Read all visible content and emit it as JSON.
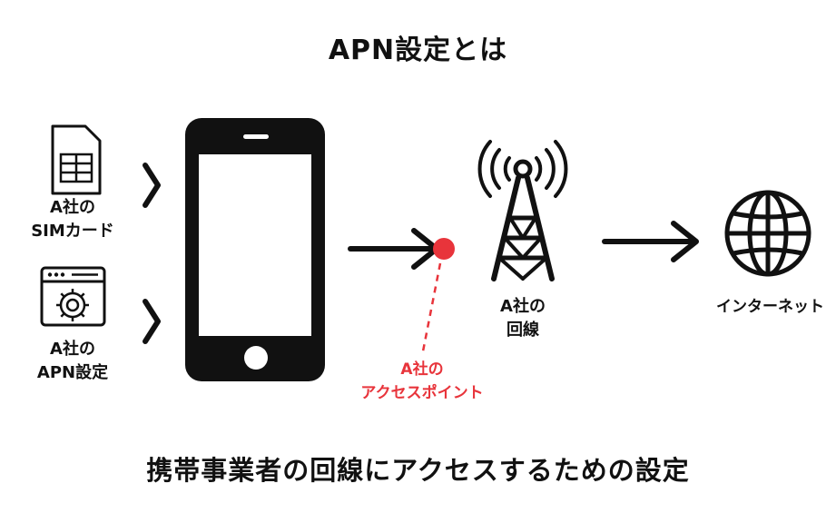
{
  "title": "APN設定とは",
  "sim_card": {
    "label_line1": "A社の",
    "label_line2": "SIMカード"
  },
  "apn_setting": {
    "label_line1": "A社の",
    "label_line2": "APN設定"
  },
  "access_point": {
    "label_line1": "A社の",
    "label_line2": "アクセスポイント",
    "color": "#e8343b"
  },
  "tower": {
    "label_line1": "A社の",
    "label_line2": "回線"
  },
  "internet": {
    "label": "インターネット"
  },
  "footer": "携帯事業者の回線にアクセスするための設定"
}
